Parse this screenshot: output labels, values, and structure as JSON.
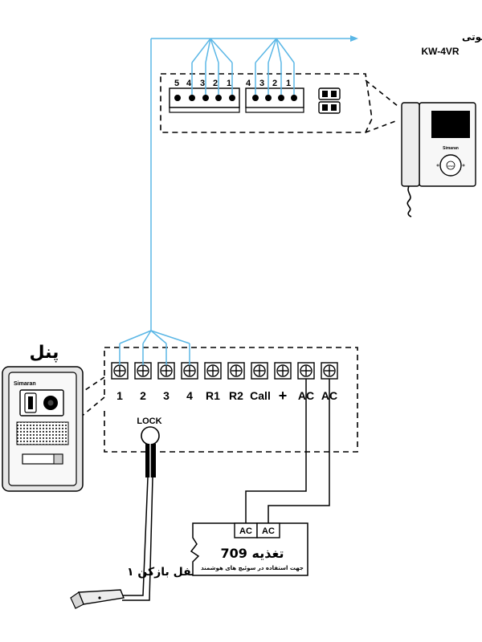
{
  "handset": {
    "caption_fa": "اتصال به گوشی صوتی",
    "model": "KW-4VR",
    "brand": "Simaran",
    "button_label": "OPEN"
  },
  "handset_board": {
    "block_a_pins": [
      "5",
      "4",
      "3",
      "2",
      "1"
    ],
    "block_b_pins": [
      "4",
      "3",
      "2",
      "1"
    ]
  },
  "panel": {
    "title_fa": "پنل",
    "brand": "Simaran"
  },
  "terminal_block": {
    "labels": [
      "1",
      "2",
      "3",
      "4",
      "R1",
      "R2",
      "Call",
      "+",
      "AC",
      "AC"
    ]
  },
  "lock": {
    "label": "LOCK",
    "caption_fa": "قفل بازکن ۱"
  },
  "power_supply": {
    "terminals": [
      "AC",
      "AC"
    ],
    "title_fa": "تغذیه 709",
    "subtitle_fa": "جهت استفاده در سوئیچ های هوشمند"
  },
  "colors": {
    "wire": "#5bb7e6",
    "line": "#000000"
  }
}
